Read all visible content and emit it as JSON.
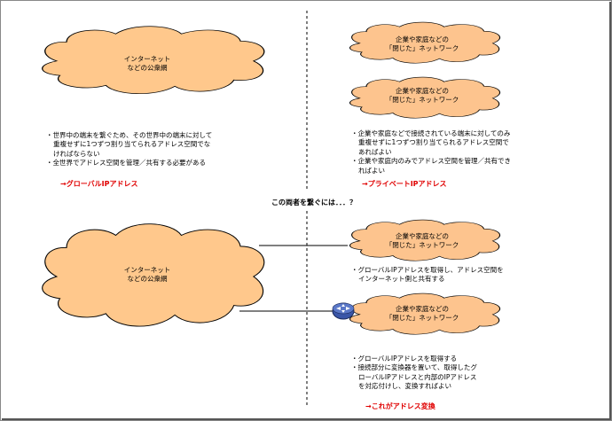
{
  "colors": {
    "cloud_fill": "#ffc88c",
    "cloud_fill_small": "#fdc48e",
    "outline": "#000000",
    "accent_red": "#e00000",
    "router_fill": "#3a56a8"
  },
  "icons": {
    "router": "router-icon"
  },
  "top_left": {
    "cloud": {
      "line1": "インターネット",
      "line2": "などの公衆網"
    },
    "bullets": [
      "世界中の端末を繋ぐため、その世界中の端末に対して",
      "重複せずに1つずつ割り当てられるアドレス空間でな",
      "ければならない",
      "全世界でアドレス空間を管理／共有する必要がある"
    ],
    "conclusion": "→グローバルIPアドレス"
  },
  "top_right": {
    "cloud_a": {
      "line1": "企業や家庭などの",
      "line2": "「閉じた」ネットワーク"
    },
    "cloud_b": {
      "line1": "企業や家庭などの",
      "line2": "「閉じた」ネットワーク"
    },
    "bullets": [
      "企業や家庭などで接続されている端末に対してのみ",
      "重複せずに1つずつ割り当てられるアドレス空間で",
      "あればよい",
      "企業や家庭内のみでアドレス空間を管理／共有でき",
      "ればよい"
    ],
    "conclusion": "→プライベートIPアドレス"
  },
  "question": "この両者を繋ぐには．．．？",
  "bottom_left": {
    "cloud": {
      "line1": "インターネット",
      "line2": "などの公衆網"
    }
  },
  "bottom_right": {
    "cloud_upper": {
      "line1": "企業や家庭などの",
      "line2": "「閉じた」ネットワーク"
    },
    "bullets_upper": [
      "グローバルIPアドレスを取得し、アドレス空間を",
      "インターネット側と共有する"
    ],
    "cloud_lower": {
      "line1": "企業や家庭などの",
      "line2": "「閉じた」ネットワーク"
    },
    "bullets_lower": [
      "グローバルIPアドレスを取得する",
      "接続部分に変換器を置いて、取得したグ",
      "ローバルIPアドレスと内部のIPアドレス",
      "を対応付けし、変換すればよい"
    ],
    "conclusion": "→これがアドレス変換"
  }
}
